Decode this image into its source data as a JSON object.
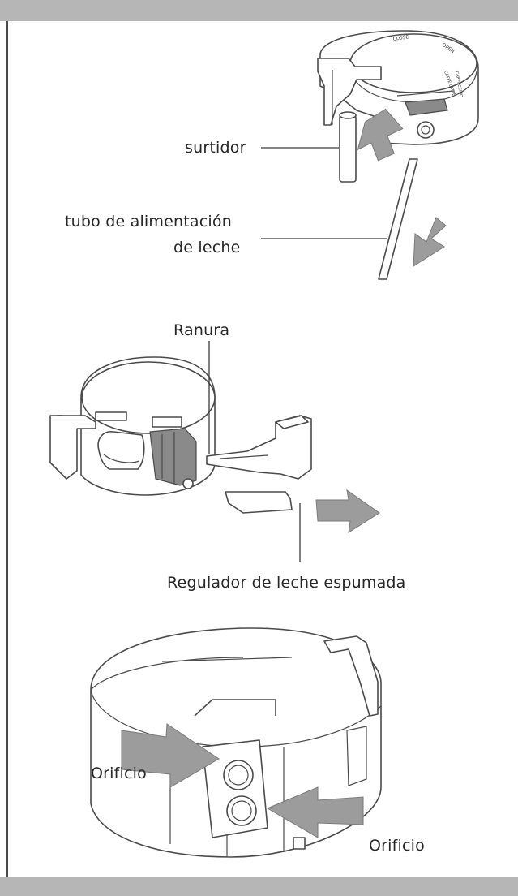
{
  "labels": {
    "surtidor": "surtidor",
    "tubo_line1": "tubo de alimentación",
    "tubo_line2": "de leche",
    "ranura": "Ranura",
    "regulador": "Regulador de leche espumada",
    "orificio_left": "Orificio",
    "orificio_right": "Orificio"
  },
  "dial_markings": [
    "CLOSE",
    "OPEN",
    "CAFFE LATTE",
    "CAPPUCCINO"
  ],
  "colors": {
    "band": "#b6b6b6",
    "line": "#4a4a4a",
    "arrow": "#9c9c9c"
  }
}
